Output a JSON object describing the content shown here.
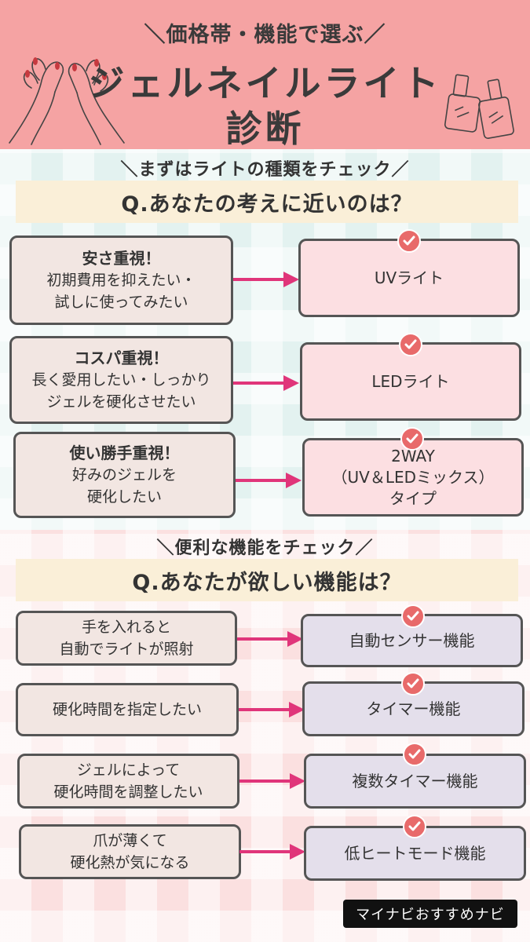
{
  "header": {
    "subtitle": "＼価格帯・機能で選ぶ／",
    "title_line1": "ジェルネイルライト",
    "title_line2": "診断"
  },
  "section1": {
    "heading": "＼まずはライトの種類をチェック／",
    "question": "Q.あなたの考えに近いのは？",
    "rows": [
      {
        "left_bold": "安さ重視！",
        "left_lines": [
          "初期費用を抑えたい・",
          "試しに使ってみたい"
        ],
        "right_lines": [
          "UVライト"
        ]
      },
      {
        "left_bold": "コスパ重視！",
        "left_lines": [
          "長く愛用したい・しっかり",
          "ジェルを硬化させたい"
        ],
        "right_lines": [
          "LEDライト"
        ]
      },
      {
        "left_bold": "使い勝手重視！",
        "left_lines": [
          "好みのジェルを",
          "硬化したい"
        ],
        "right_lines": [
          "2WAY",
          "（UV＆LEDミックス）",
          "タイプ"
        ]
      }
    ]
  },
  "section2": {
    "heading": "＼便利な機能をチェック／",
    "question": "Q.あなたが欲しい機能は？",
    "rows": [
      {
        "left_lines": [
          "手を入れると",
          "自動でライトが照射"
        ],
        "right": "自動センサー機能"
      },
      {
        "left_lines": [
          "硬化時間を指定したい"
        ],
        "right": "タイマー機能"
      },
      {
        "left_lines": [
          "ジェルによって",
          "硬化時間を調整したい"
        ],
        "right": "複数タイマー機能"
      },
      {
        "left_lines": [
          "爪が薄くて",
          "硬化熱が気になる"
        ],
        "right": "低ヒートモード機能"
      }
    ]
  },
  "footer": {
    "badge": "マイナビおすすめナビ"
  },
  "colors": {
    "header_bg": "#f5a3a3",
    "arrow": "#e0357a",
    "check": "#e86a6a"
  },
  "icons": [
    "hands-pinky-promise-illustration",
    "nail-polish-bottles-illustration",
    "check-icon",
    "arrow-right-icon"
  ]
}
